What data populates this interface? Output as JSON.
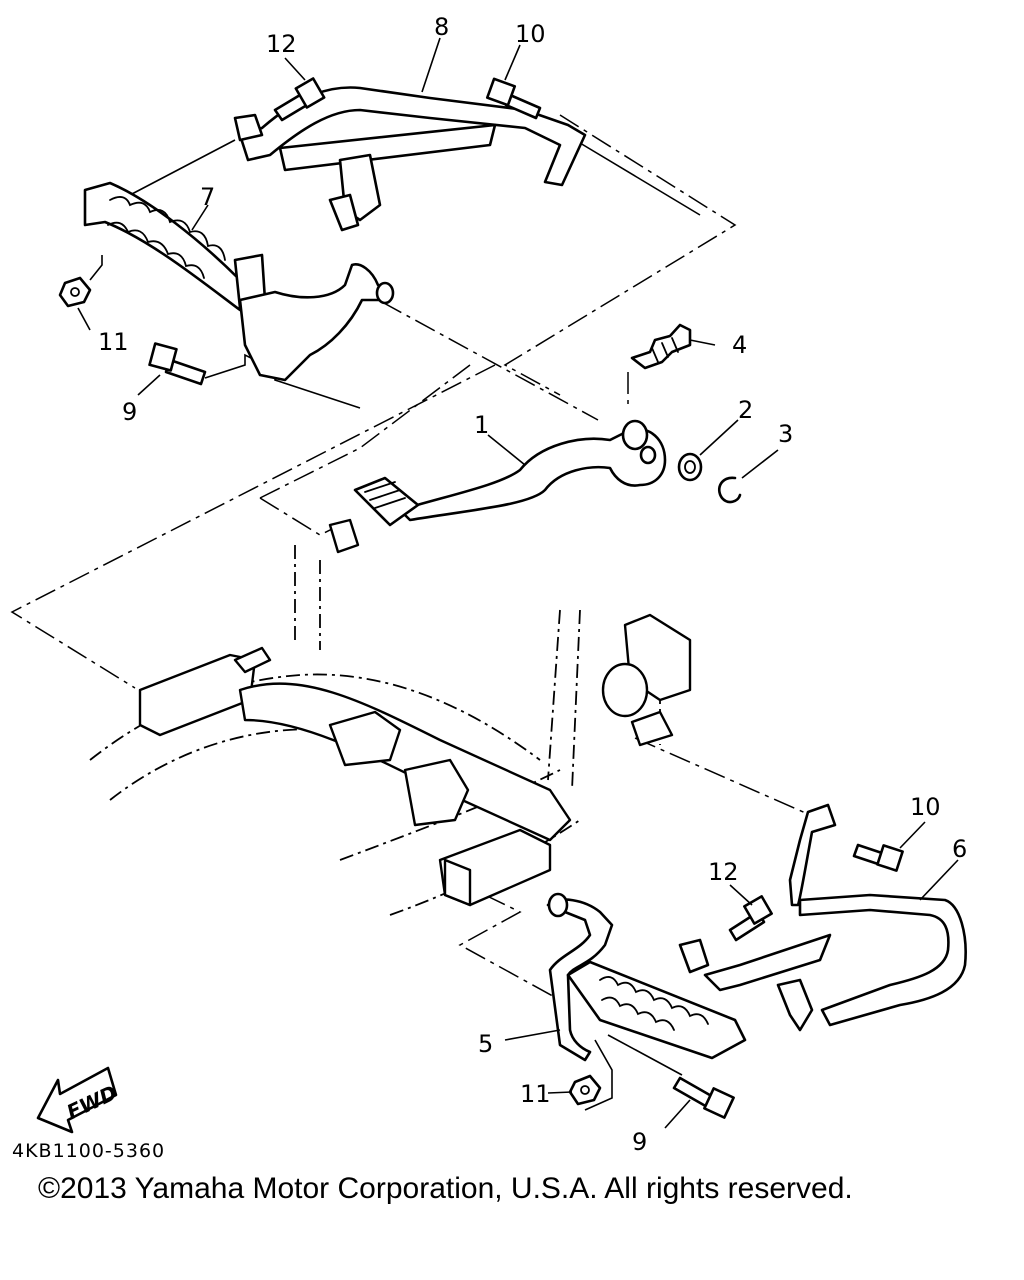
{
  "diagram": {
    "part_number_code": "4KB1100-5360",
    "copyright": "©2013 Yamaha Motor Corporation, U.S.A. All rights reserved.",
    "fwd_label": "FWD",
    "callouts": {
      "c1": "1",
      "c2": "2",
      "c3": "3",
      "c4": "4",
      "c5": "5",
      "c6": "6",
      "c7": "7",
      "c8": "8",
      "c9_top": "9",
      "c9_bottom": "9",
      "c10_top": "10",
      "c10_bottom": "10",
      "c11_top": "11",
      "c11_bottom": "11",
      "c12_top": "12",
      "c12_bottom": "12"
    }
  }
}
